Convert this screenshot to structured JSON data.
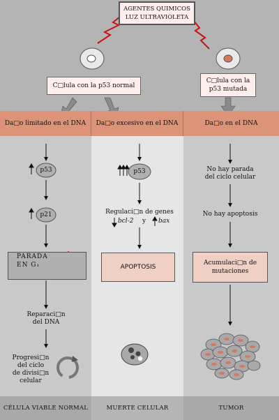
{
  "top": {
    "agent_line1": "AGENTES QUIMICOS",
    "agent_line2": "LUZ ULTRAVIOLETA",
    "normal_cell_label": "C□lula con la p53 normal",
    "mutant_cell_label_line1": "C□lula con la",
    "mutant_cell_label_line2": "p53 mutada"
  },
  "columns": [
    {
      "header": "Da□o limitado en el DNA",
      "footer": "CÉLULA VIABLE NORMAL"
    },
    {
      "header": "Da□o excesivo en el DNA",
      "footer": "MUERTE CELULAR"
    },
    {
      "header": "Da□o en el DNA",
      "footer": "TUMOR"
    }
  ],
  "col1": {
    "p53": "p53",
    "p21": "p21",
    "arrest_line1": "PARADA",
    "arrest_line2": "EN G₁",
    "repair_line1": "Reparaci□n",
    "repair_line2": "del DNA",
    "prog_line1": "Progresi□n",
    "prog_line2": "del ciclo",
    "prog_line3": "de divisi□n",
    "prog_line4": "celular"
  },
  "col2": {
    "p53": "p53",
    "reg_line1": "Regulaci□n de genes",
    "gene1": "bcl-2",
    "and": "y",
    "gene2": "bax",
    "apoptosis": "APOPTOSIS"
  },
  "col3": {
    "no_arrest_line1": "No hay parada",
    "no_arrest_line2": "del ciclo celular",
    "no_apoptosis": "No hay apoptosis",
    "accum_line1": "Acumulaci□n de",
    "accum_line2": "mutaciones"
  },
  "colors": {
    "top_gray": "#b4b4b4",
    "salmon": "#dd9377",
    "col_gray": "#c8c8c8",
    "col_light": "#e6e6e6",
    "footer_gray": "#a9a9a9",
    "lightning": "#cc1111",
    "box_pink": "#ffeeee"
  }
}
